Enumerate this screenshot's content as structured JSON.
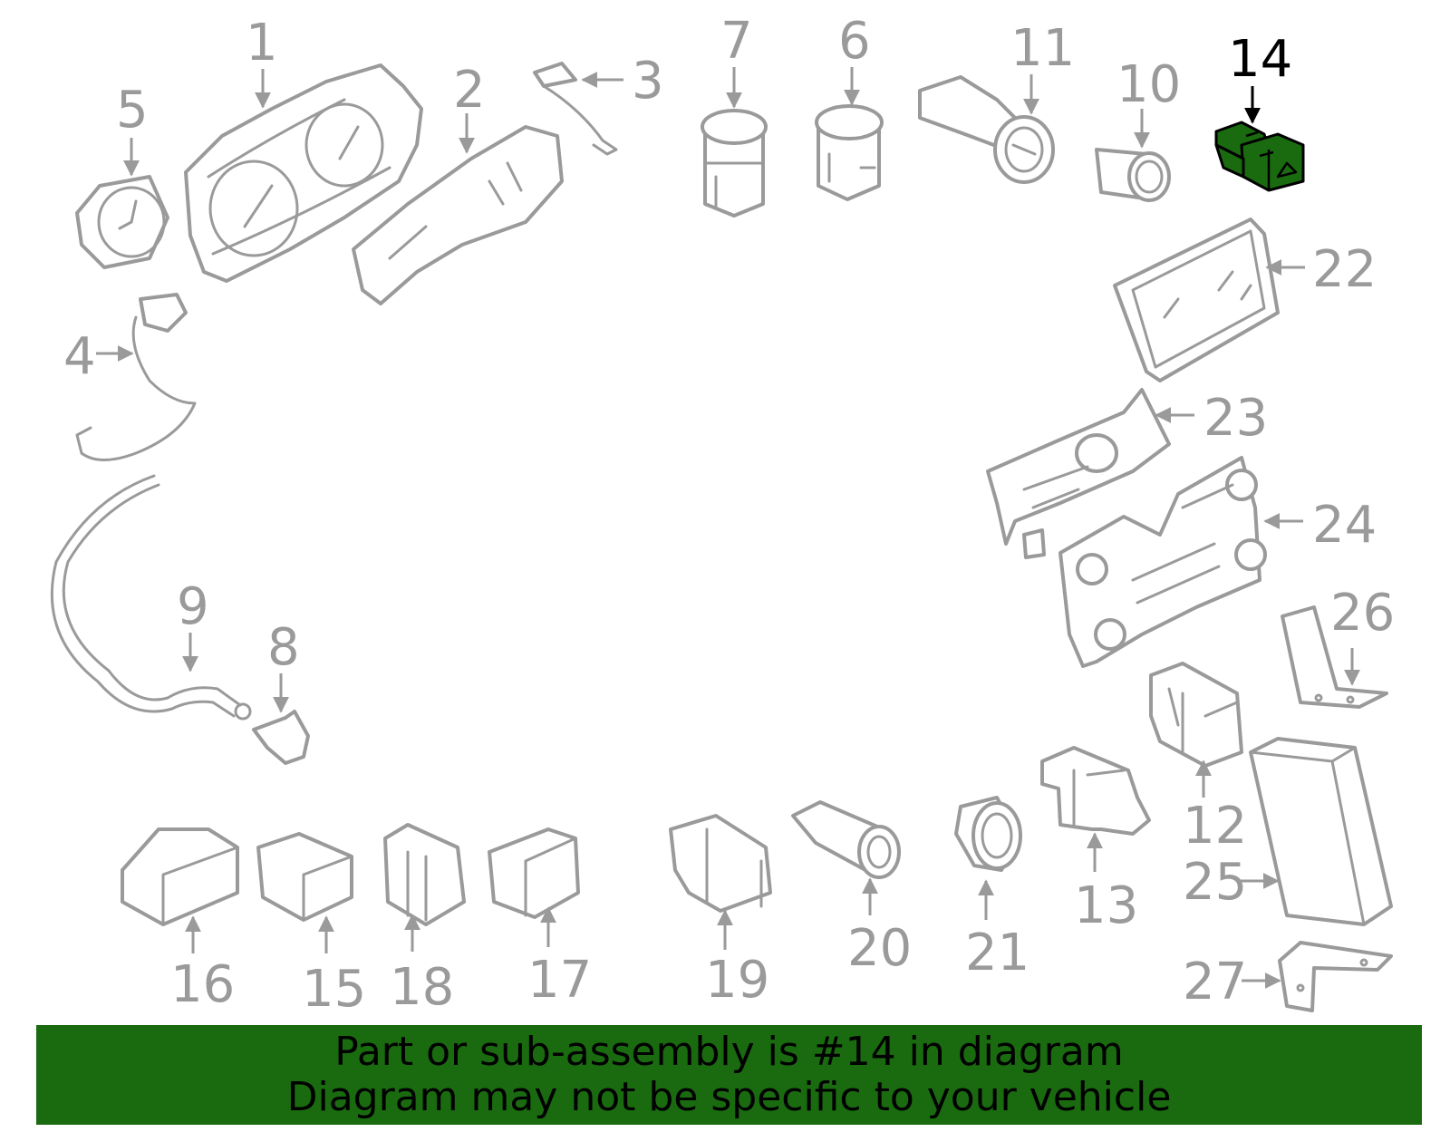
{
  "diagram": {
    "selected_part": "14",
    "colors": {
      "line": "#9a9a9a",
      "highlight": "#1a6b10",
      "selected_label": "#000000",
      "background": "#ffffff"
    },
    "callouts": {
      "c1": "1",
      "c2": "2",
      "c3": "3",
      "c4": "4",
      "c5": "5",
      "c6": "6",
      "c7": "7",
      "c8": "8",
      "c9": "9",
      "c10": "10",
      "c11": "11",
      "c12": "12",
      "c13": "13",
      "c14": "14",
      "c15": "15",
      "c16": "16",
      "c17": "17",
      "c18": "18",
      "c19": "19",
      "c20": "20",
      "c21": "21",
      "c22": "22",
      "c23": "23",
      "c24": "24",
      "c25": "25",
      "c26": "26",
      "c27": "27"
    }
  },
  "banner": {
    "line1": "Part or sub-assembly is #14 in diagram",
    "line2": "Diagram may not be specific to your vehicle"
  }
}
